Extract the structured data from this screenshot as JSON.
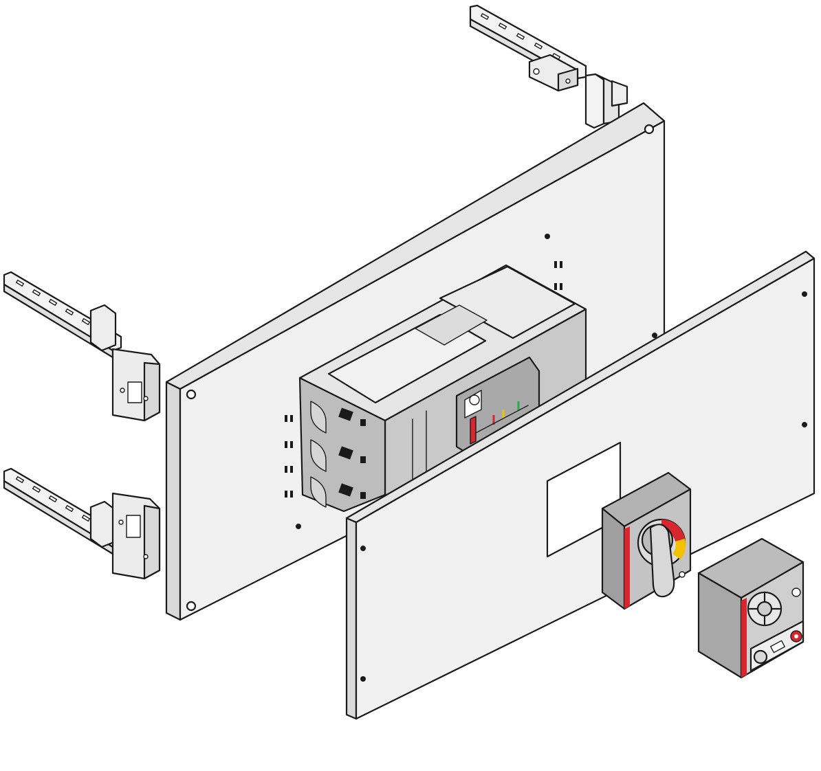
{
  "illustration": {
    "components": [
      "upper-mounting-rail",
      "left-mounting-rails",
      "back-mounting-plate",
      "circuit-breaker",
      "front-cover-plate",
      "rotary-handle-operator",
      "motor-operator"
    ]
  },
  "colors": {
    "background": "#ffffff",
    "outline": "#1a1a1a",
    "panel": "#f1f1f1",
    "panel_edge": "#d9d9d9",
    "device_light": "#e4e4e4",
    "device_mid": "#c8c8c8",
    "device_dark": "#9a9a9a",
    "accent_red": "#d7262e",
    "accent_yellow": "#f2c200",
    "accent_green": "#2fa84f"
  }
}
